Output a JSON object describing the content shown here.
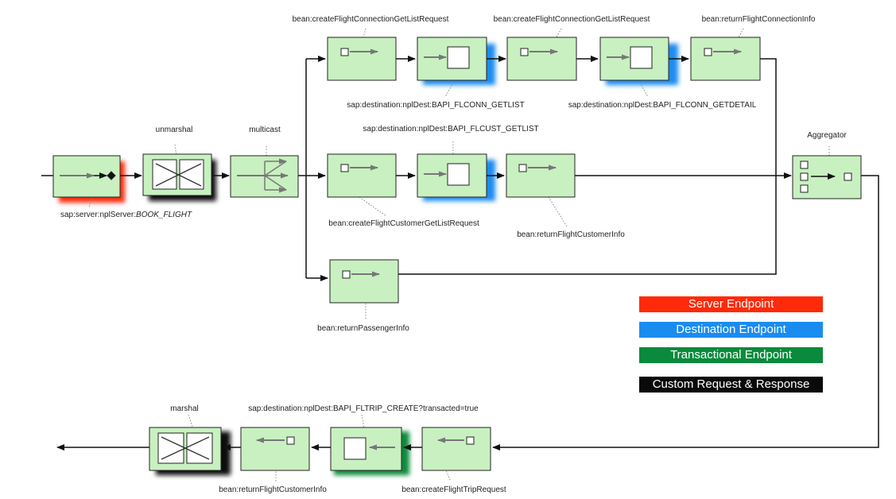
{
  "diagram": {
    "nodes": {
      "server_endpoint": {
        "label_prefix": "sap:server:nplServer:",
        "label_italic": "BOOK_FLIGHT"
      },
      "unmarshal": {
        "label": "unmarshal"
      },
      "multicast": {
        "label": "multicast"
      },
      "conn_list_request": {
        "label": "bean:createFlightConnectionGetListRequest"
      },
      "conn_getlist_dest": {
        "label": "sap:destination:nplDest:BAPI_FLCONN_GETLIST"
      },
      "conn_detail_request": {
        "label": "bean:createFlightConnectionGetListRequest"
      },
      "conn_getdetail_dest": {
        "label": "sap:destination:nplDest:BAPI_FLCONN_GETDETAIL"
      },
      "return_conn_info": {
        "label": "bean:returnFlightConnectionInfo"
      },
      "customer_list_request": {
        "label": "bean:createFlightCustomerGetListRequest"
      },
      "cust_getlist_dest": {
        "label": "sap:destination:nplDest:BAPI_FLCUST_GETLIST"
      },
      "return_customer_info": {
        "label": "bean:returnFlightCustomerInfo"
      },
      "return_passenger_info": {
        "label": "bean:returnPassengerInfo"
      },
      "aggregator": {
        "label": "Aggregator"
      },
      "trip_request": {
        "label": "bean:createFlightTripRequest"
      },
      "trip_create_dest": {
        "label": "sap:destination:nplDest:BAPI_FLTRIP_CREATE?transacted=true"
      },
      "return_customer_info_2": {
        "label": "bean:returnFlightCustomerInfo"
      },
      "marshal": {
        "label": "marshal"
      }
    },
    "legend": [
      {
        "label": "Server Endpoint",
        "color": "#ff2a0a"
      },
      {
        "label": "Destination Endpoint",
        "color": "#1a8cf0"
      },
      {
        "label": "Transactional Endpoint",
        "color": "#0a8a3c"
      },
      {
        "label": "Custom Request & Response",
        "color": "#0a0a0a"
      }
    ],
    "colors": {
      "node_fill": "#c8f0c0",
      "node_border": "#222222",
      "arrow": "#777777",
      "line": "#111111"
    }
  }
}
